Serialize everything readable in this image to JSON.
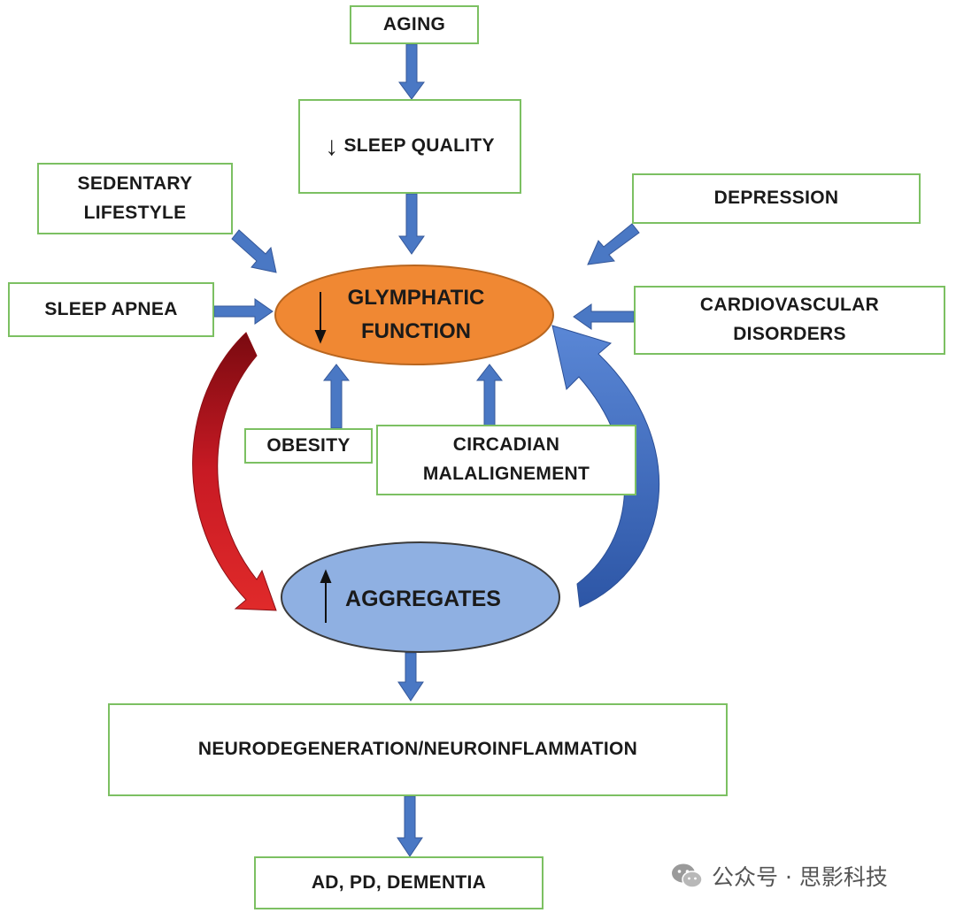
{
  "nodes": {
    "aging": "AGING",
    "sleep_quality": "SLEEP QUALITY",
    "sedentary_lifestyle": [
      "SEDENTARY",
      "LIFESTYLE"
    ],
    "depression": "DEPRESSION",
    "sleep_apnea": "SLEEP APNEA",
    "glymphatic_function": [
      "GLYMPHATIC",
      "FUNCTION"
    ],
    "cardiovascular_disorders": [
      "CARDIOVASCULAR",
      "DISORDERS"
    ],
    "obesity": "OBESITY",
    "circadian_malalignement": [
      "CIRCADIAN",
      "MALALIGNEMENT"
    ],
    "aggregates": "AGGREGATES",
    "neurodegeneration": "NEURODEGENERATION/NEUROINFLAMMATION",
    "outcome": "AD, PD, DEMENTIA"
  },
  "watermark": "公众号 · 思影科技",
  "colors": {
    "box_border": "#7cc062",
    "arrow_blue": "#4a78c4",
    "glymphatic_fill": "#f08833",
    "aggregates_fill": "#8fb0e2",
    "curve_red": "#b8101c",
    "curve_blue": "#3d68b8"
  }
}
